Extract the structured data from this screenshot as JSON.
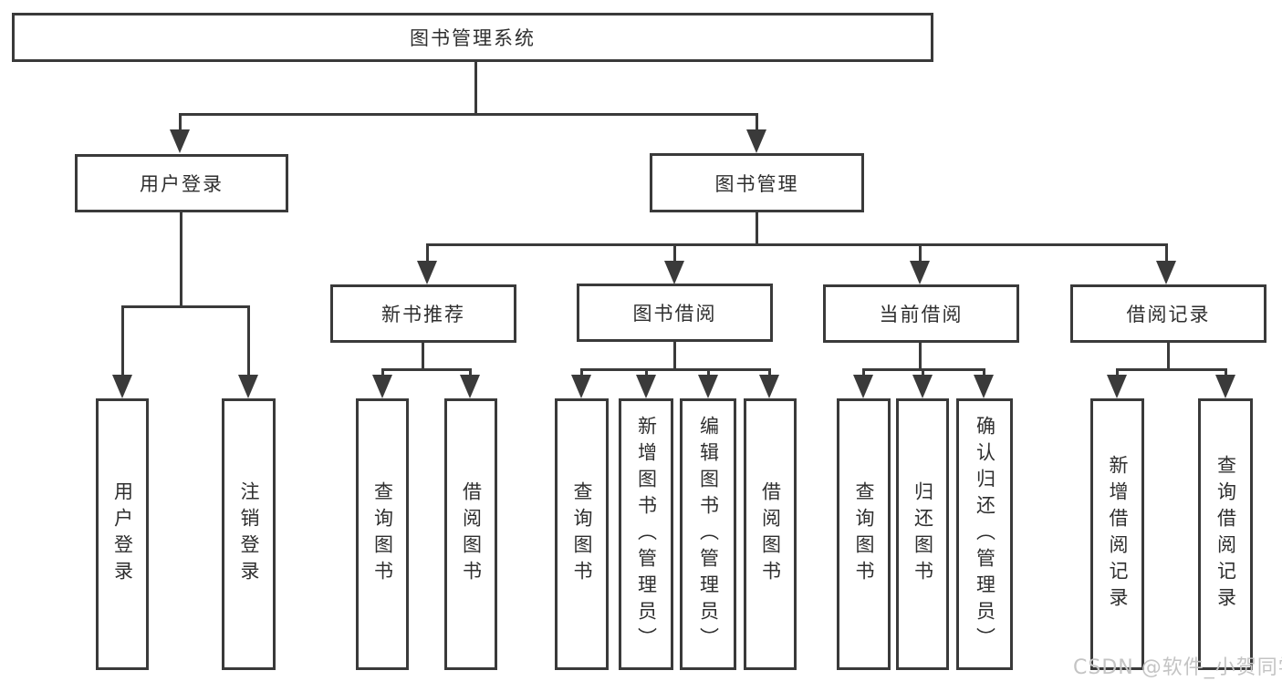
{
  "tree": {
    "root": {
      "label": "图书管理系统"
    },
    "branches": [
      {
        "label": "用户登录",
        "children": [
          {
            "label": "用户登录"
          },
          {
            "label": "注销登录"
          }
        ]
      },
      {
        "label": "图书管理",
        "children": [
          {
            "label": "新书推荐",
            "children": [
              {
                "label": "查询图书"
              },
              {
                "label": "借阅图书"
              }
            ]
          },
          {
            "label": "图书借阅",
            "children": [
              {
                "label": "查询图书"
              },
              {
                "label": "新增图书（管理员）"
              },
              {
                "label": "编辑图书（管理员）"
              },
              {
                "label": "借阅图书"
              }
            ]
          },
          {
            "label": "当前借阅",
            "children": [
              {
                "label": "查询图书"
              },
              {
                "label": "归还图书"
              },
              {
                "label": "确认归还（管理员）"
              }
            ]
          },
          {
            "label": "借阅记录",
            "children": [
              {
                "label": "新增借阅记录"
              },
              {
                "label": "查询借阅记录"
              }
            ]
          }
        ]
      }
    ]
  },
  "watermark": {
    "text": "CSDN @软件_小贺同学"
  },
  "colors": {
    "line": "#3a3a3a",
    "box_border": "#3a3a3a",
    "text": "#2f2f2f",
    "watermark": "#c4c4c4",
    "background": "#ffffff"
  }
}
